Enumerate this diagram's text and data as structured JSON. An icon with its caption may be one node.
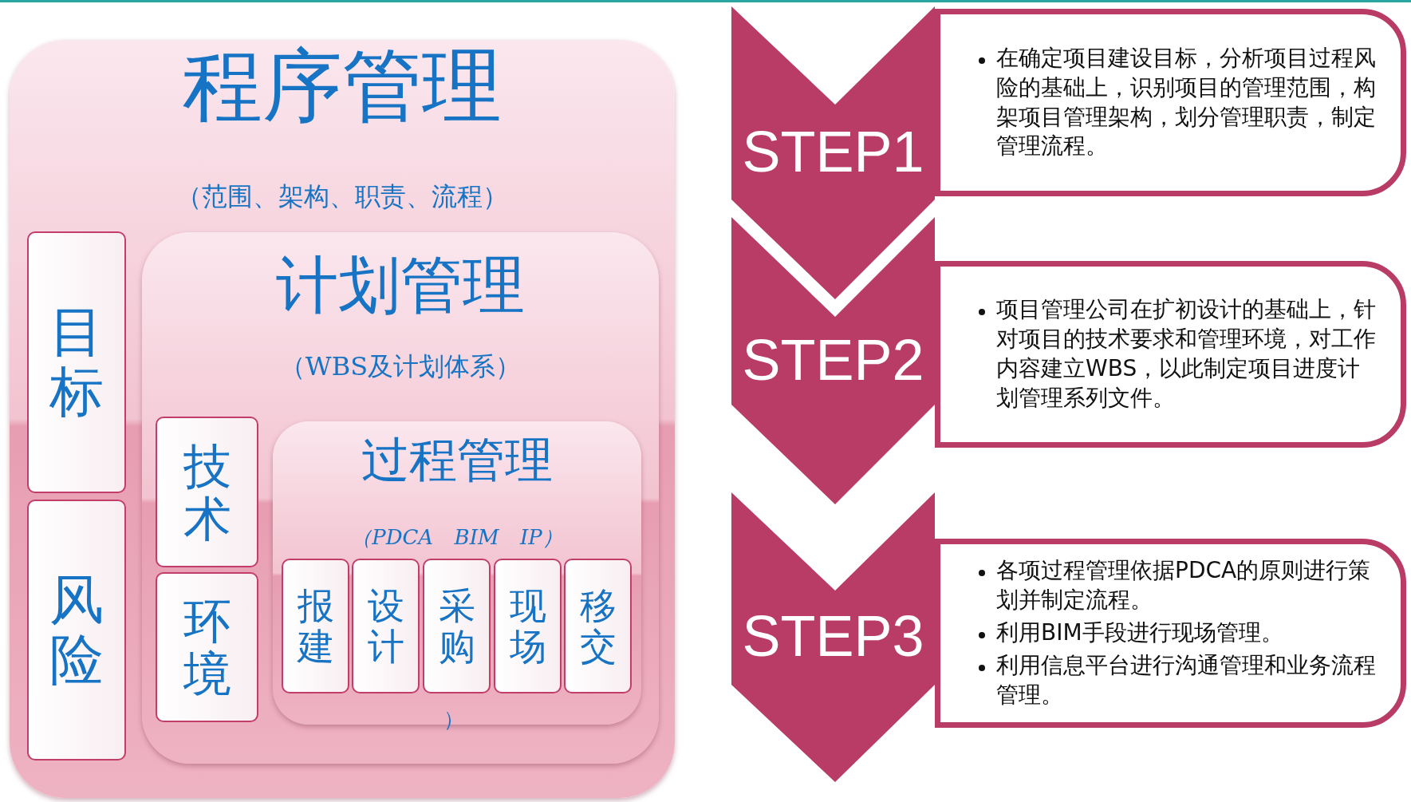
{
  "diagram": {
    "nodes": [
      {
        "text": [
          "程序管理",
          "（范围、架构、职责、流程）"
        ]
      },
      {
        "text": [
          "目标"
        ],
        "in": 0
      },
      {
        "text": [
          "风险"
        ],
        "in": 0
      },
      {
        "text": [
          "计划管理",
          "（WBS及计划体系）"
        ],
        "in": 0
      },
      {
        "text": [
          "技术"
        ],
        "in": 3
      },
      {
        "text": [
          "环境"
        ],
        "in": 3
      },
      {
        "text": [
          "过程管理",
          "（PDCA BIM IP）"
        ],
        "in": 3
      },
      {
        "text": [
          "报建"
        ],
        "in": 6
      },
      {
        "text": [
          "设计"
        ],
        "in": 6
      },
      {
        "text": [
          "采购"
        ],
        "in": 6
      },
      {
        "text": [
          "现场"
        ],
        "in": 6
      },
      {
        "text": [
          "移交"
        ],
        "in": 6
      },
      {
        "text": [
          "STEP1"
        ]
      },
      {
        "text": [
          "在确定项目建设目标，分析项目过程风险的基础上，识别项目的管理范围，构架项目管理架构，划分管理职责，制定管理流程。"
        ]
      },
      {
        "text": [
          "STEP2"
        ]
      },
      {
        "text": [
          "项目管理公司在扩初设计的基础上，针对项目的技术要求和管理环境，对工作内容建立WBS，以此制定项目进度计划管理系列文件。"
        ]
      },
      {
        "text": [
          "STEP3"
        ]
      },
      {
        "text": [
          "各项过程管理依据PDCA的原则进行策划并制定流程。",
          "利用BIM手段进行现场管理。",
          "利用信息平台进行沟通管理和业务流程管理。"
        ]
      }
    ],
    "labels": [
      "）"
    ]
  }
}
